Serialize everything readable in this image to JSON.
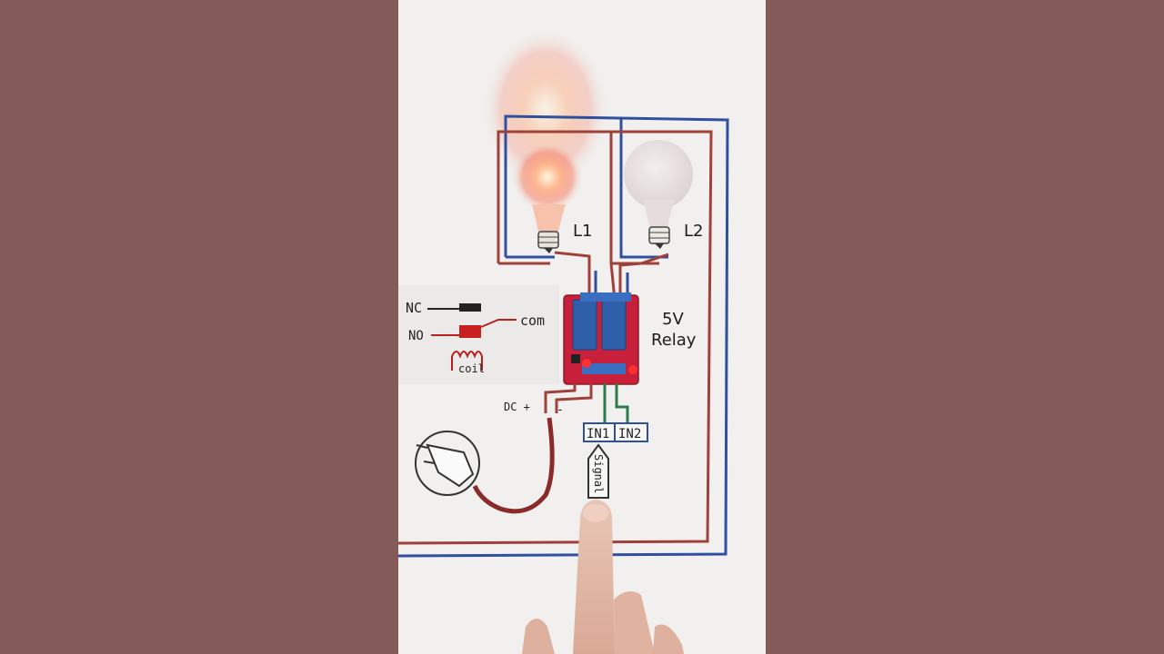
{
  "bulbs": {
    "l1_label": "L1",
    "l2_label": "L2"
  },
  "relay": {
    "voltage_label": "5V",
    "name_label": "Relay"
  },
  "legend": {
    "nc_label": "NC",
    "no_label": "NO",
    "com_label": "com",
    "coil_label": "coil"
  },
  "power": {
    "dc_label": "DC +",
    "minus_label": "-"
  },
  "inputs": {
    "in1_label": "IN1",
    "in2_label": "IN2",
    "signal_label": "Signal"
  },
  "colors": {
    "side_bars": "#845a58",
    "paper": "#f1f0ee",
    "wire_red": "#a0403a",
    "wire_blue": "#2f4f9f",
    "wire_green": "#2f7a4a",
    "relay_board": "#c8203a",
    "relay_module": "#2f5fa8"
  }
}
